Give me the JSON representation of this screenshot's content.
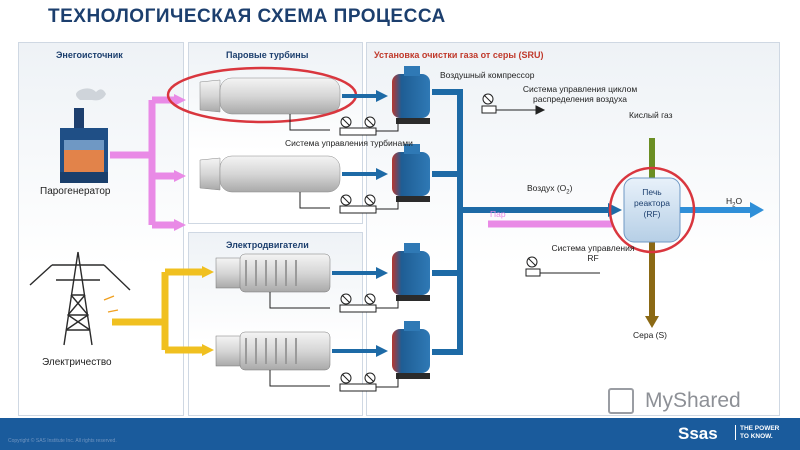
{
  "title": "ТЕХНОЛОГИЧЕСКАЯ СХЕМА ПРОЦЕССА",
  "panels": {
    "energy": "Энегоисточник",
    "turbines": "Паровые турбины",
    "motors": "Электродвигатели",
    "sru": "Установка очистки газа от серы (SRU)"
  },
  "labels": {
    "steam_generator": "Парогенератор",
    "electricity": "Электричество",
    "air_compressor": "Воздушный компрессор",
    "air_control": "Система управления циклом распределения воздуха",
    "turbine_control": "Система управления турбинами",
    "acid_gas": "Кислый газ",
    "air_o2": "Воздух (O",
    "o2_sub": "2",
    "o2_close": ")",
    "steam": "Пар",
    "furnace": "Печь реактора (RF)",
    "h2o": "H",
    "h2o_sub": "2",
    "h2o_o": "O",
    "rf_control": "Система управления RF",
    "sulfur": "Сера (S)"
  },
  "footer": {
    "copyright": "Copyright © SAS Institute Inc. All rights reserved.",
    "brand": "Ssas",
    "tagline": "THE POWER TO KNOW."
  },
  "watermark": "MyShared",
  "colors": {
    "title": "#1c3f6e",
    "blue_pipe": "#1d6aa6",
    "air_arrow": "#2f8fd8",
    "pink_pipe": "#e98ae6",
    "yellow_pipe": "#f0c020",
    "acid_gas_line": "#6b8e23",
    "sulfur_line": "#8b6914",
    "highlight_circle": "#d9363e",
    "footer": "#1a5b9c"
  }
}
